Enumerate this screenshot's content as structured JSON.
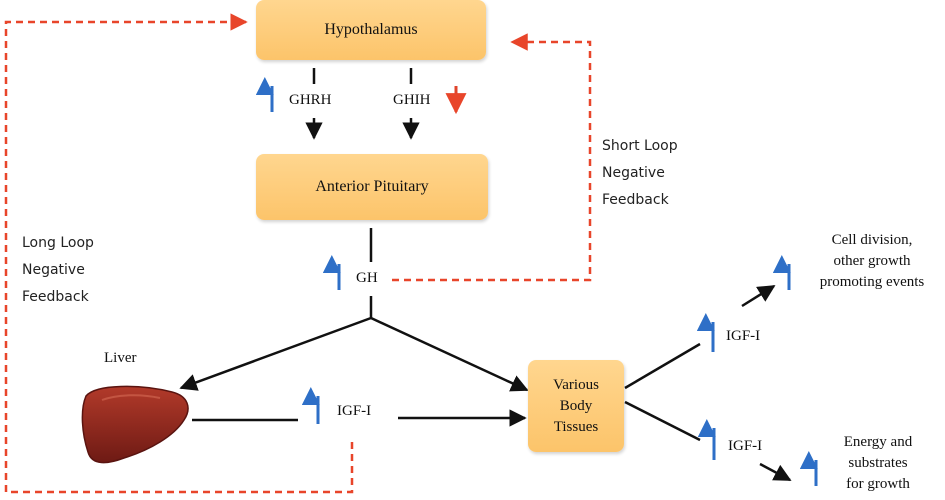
{
  "colors": {
    "box_fill": "#fcc46a",
    "up_arrow": "#2e6fc7",
    "down_arrow": "#e0452c",
    "feedback_dash": "#e8452a",
    "flow_arrow": "#111111"
  },
  "nodes": {
    "hypothalamus": "Hypothalamus",
    "anterior_pituitary": "Anterior Pituitary",
    "tissues": "Various\nBody\nTissues",
    "liver": "Liver"
  },
  "hormones": {
    "ghrh": "GHRH",
    "ghih": "GHIH",
    "gh": "GH",
    "igf_liver": "IGF-I",
    "igf_upper": "IGF-I",
    "igf_lower": "IGF-I"
  },
  "feedback": {
    "long_loop": "Long Loop\nNegative\nFeedback",
    "short_loop": "Short Loop\nNegative\nFeedback"
  },
  "outcomes": {
    "growth": "Cell division,\nother growth\npromoting events",
    "energy": "Energy and\nsubstrates\nfor growth"
  },
  "icons": {
    "increase": "up-arrow-icon",
    "decrease": "down-arrow-icon",
    "liver": "liver-icon"
  }
}
